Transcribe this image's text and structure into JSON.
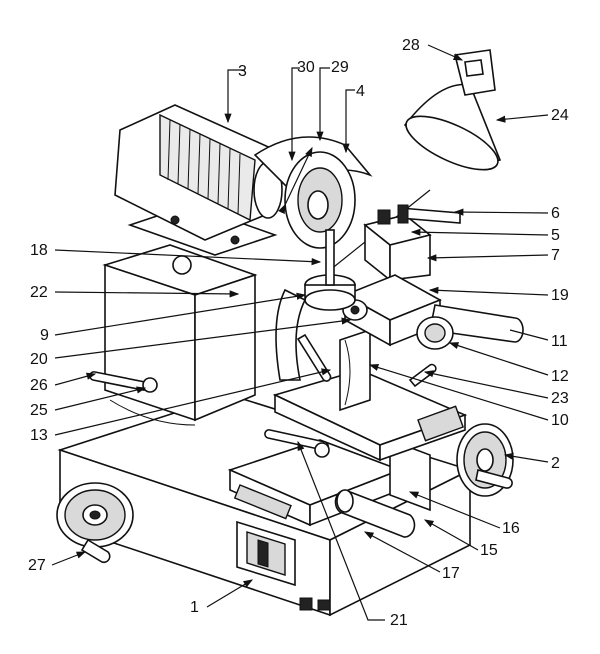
{
  "callouts": [
    {
      "id": "c1",
      "text": "1"
    },
    {
      "id": "c2",
      "text": "2"
    },
    {
      "id": "c3",
      "text": "3"
    },
    {
      "id": "c4",
      "text": "4"
    },
    {
      "id": "c5",
      "text": "5"
    },
    {
      "id": "c6",
      "text": "6"
    },
    {
      "id": "c7",
      "text": "7"
    },
    {
      "id": "c9",
      "text": "9"
    },
    {
      "id": "c10",
      "text": "10"
    },
    {
      "id": "c11",
      "text": "11"
    },
    {
      "id": "c12",
      "text": "12"
    },
    {
      "id": "c13",
      "text": "13"
    },
    {
      "id": "c15",
      "text": "15"
    },
    {
      "id": "c16",
      "text": "16"
    },
    {
      "id": "c17",
      "text": "17"
    },
    {
      "id": "c18",
      "text": "18"
    },
    {
      "id": "c19",
      "text": "19"
    },
    {
      "id": "c20",
      "text": "20"
    },
    {
      "id": "c21",
      "text": "21"
    },
    {
      "id": "c22",
      "text": "22"
    },
    {
      "id": "c23",
      "text": "23"
    },
    {
      "id": "c24",
      "text": "24"
    },
    {
      "id": "c25",
      "text": "25"
    },
    {
      "id": "c26",
      "text": "26"
    },
    {
      "id": "c27",
      "text": "27"
    },
    {
      "id": "c28",
      "text": "28"
    },
    {
      "id": "c29",
      "text": "29"
    },
    {
      "id": "c30",
      "text": "30"
    }
  ]
}
